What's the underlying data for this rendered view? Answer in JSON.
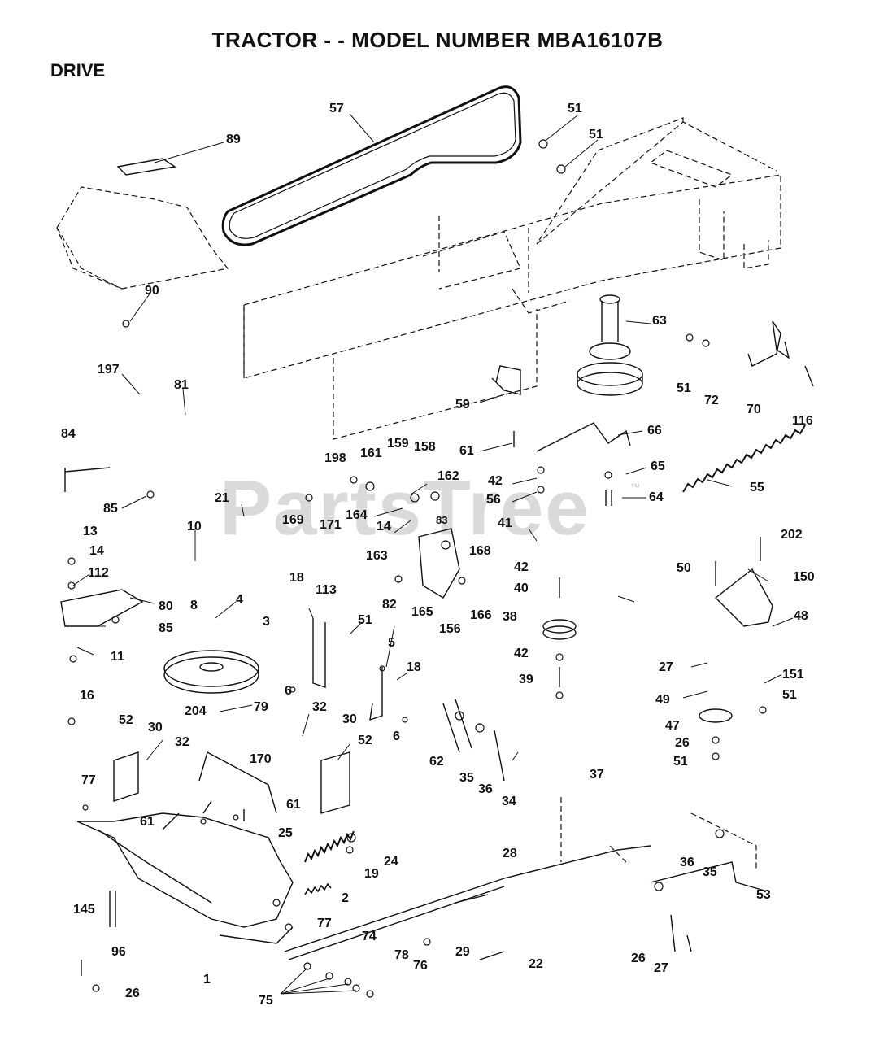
{
  "header": {
    "title": "TRACTOR - - MODEL NUMBER MBA16107B",
    "section": "DRIVE"
  },
  "watermark": {
    "text": "PartsTree",
    "trademark": "™"
  },
  "colors": {
    "ink": "#111111",
    "watermark": "#969696",
    "background": "#ffffff"
  },
  "parts": [
    {
      "id": "p57",
      "n": "57"
    },
    {
      "id": "p51a",
      "n": "51"
    },
    {
      "id": "p51b",
      "n": "51"
    },
    {
      "id": "p89",
      "n": "89"
    },
    {
      "id": "p90",
      "n": "90"
    },
    {
      "id": "p63",
      "n": "63"
    },
    {
      "id": "p51c",
      "n": "51"
    },
    {
      "id": "p72",
      "n": "72"
    },
    {
      "id": "p70",
      "n": "70"
    },
    {
      "id": "p116",
      "n": "116"
    },
    {
      "id": "p197",
      "n": "197"
    },
    {
      "id": "p81",
      "n": "81"
    },
    {
      "id": "p59",
      "n": "59"
    },
    {
      "id": "p66",
      "n": "66"
    },
    {
      "id": "p61a",
      "n": "61"
    },
    {
      "id": "p84",
      "n": "84"
    },
    {
      "id": "p198",
      "n": "198"
    },
    {
      "id": "p161",
      "n": "161"
    },
    {
      "id": "p159",
      "n": "159"
    },
    {
      "id": "p158",
      "n": "158"
    },
    {
      "id": "p42a",
      "n": "42"
    },
    {
      "id": "p65",
      "n": "65"
    },
    {
      "id": "p162",
      "n": "162"
    },
    {
      "id": "p56",
      "n": "56"
    },
    {
      "id": "p64",
      "n": "64"
    },
    {
      "id": "p55",
      "n": "55"
    },
    {
      "id": "p85a",
      "n": "85"
    },
    {
      "id": "p21",
      "n": "21"
    },
    {
      "id": "p169",
      "n": "169"
    },
    {
      "id": "p171",
      "n": "171"
    },
    {
      "id": "p164",
      "n": "164"
    },
    {
      "id": "p14a",
      "n": "14"
    },
    {
      "id": "p83",
      "n": "83"
    },
    {
      "id": "p10",
      "n": "10"
    },
    {
      "id": "p41",
      "n": "41"
    },
    {
      "id": "p202",
      "n": "202"
    },
    {
      "id": "p13",
      "n": "13"
    },
    {
      "id": "p163",
      "n": "163"
    },
    {
      "id": "p168",
      "n": "168"
    },
    {
      "id": "p14b",
      "n": "14"
    },
    {
      "id": "p42b",
      "n": "42"
    },
    {
      "id": "p50",
      "n": "50"
    },
    {
      "id": "p150",
      "n": "150"
    },
    {
      "id": "p112",
      "n": "112"
    },
    {
      "id": "p18a",
      "n": "18"
    },
    {
      "id": "p113",
      "n": "113"
    },
    {
      "id": "p40",
      "n": "40"
    },
    {
      "id": "p82",
      "n": "82"
    },
    {
      "id": "p80",
      "n": "80"
    },
    {
      "id": "p8",
      "n": "8"
    },
    {
      "id": "p4",
      "n": "4"
    },
    {
      "id": "p165",
      "n": "165"
    },
    {
      "id": "p166",
      "n": "166"
    },
    {
      "id": "p38",
      "n": "38"
    },
    {
      "id": "p48",
      "n": "48"
    },
    {
      "id": "p85b",
      "n": "85"
    },
    {
      "id": "p3",
      "n": "3"
    },
    {
      "id": "p51d",
      "n": "51"
    },
    {
      "id": "p156",
      "n": "156"
    },
    {
      "id": "p11",
      "n": "11"
    },
    {
      "id": "p5",
      "n": "5"
    },
    {
      "id": "p42c",
      "n": "42"
    },
    {
      "id": "p18b",
      "n": "18"
    },
    {
      "id": "p27a",
      "n": "27"
    },
    {
      "id": "p151",
      "n": "151"
    },
    {
      "id": "p39",
      "n": "39"
    },
    {
      "id": "p6a",
      "n": "6"
    },
    {
      "id": "p16",
      "n": "16"
    },
    {
      "id": "p49",
      "n": "49"
    },
    {
      "id": "p51e",
      "n": "51"
    },
    {
      "id": "p79",
      "n": "79"
    },
    {
      "id": "p32a",
      "n": "32"
    },
    {
      "id": "p47",
      "n": "47"
    },
    {
      "id": "p204",
      "n": "204"
    },
    {
      "id": "p52a",
      "n": "52"
    },
    {
      "id": "p30a",
      "n": "30"
    },
    {
      "id": "p6b",
      "n": "6"
    },
    {
      "id": "p30b",
      "n": "30"
    },
    {
      "id": "p26a",
      "n": "26"
    },
    {
      "id": "p32b",
      "n": "32"
    },
    {
      "id": "p52b",
      "n": "52"
    },
    {
      "id": "p51f",
      "n": "51"
    },
    {
      "id": "p170",
      "n": "170"
    },
    {
      "id": "p62",
      "n": "62"
    },
    {
      "id": "p35a",
      "n": "35"
    },
    {
      "id": "p36a",
      "n": "36"
    },
    {
      "id": "p37",
      "n": "37"
    },
    {
      "id": "p77a",
      "n": "77"
    },
    {
      "id": "p34",
      "n": "34"
    },
    {
      "id": "p61b",
      "n": "61"
    },
    {
      "id": "p61c",
      "n": "61"
    },
    {
      "id": "p25",
      "n": "25"
    },
    {
      "id": "p24",
      "n": "24"
    },
    {
      "id": "p28",
      "n": "28"
    },
    {
      "id": "p36b",
      "n": "36"
    },
    {
      "id": "p35b",
      "n": "35"
    },
    {
      "id": "p19",
      "n": "19"
    },
    {
      "id": "p2",
      "n": "2"
    },
    {
      "id": "p53",
      "n": "53"
    },
    {
      "id": "p145",
      "n": "145"
    },
    {
      "id": "p77b",
      "n": "77"
    },
    {
      "id": "p74",
      "n": "74"
    },
    {
      "id": "p29",
      "n": "29"
    },
    {
      "id": "p96",
      "n": "96"
    },
    {
      "id": "p26b",
      "n": "26"
    },
    {
      "id": "p78",
      "n": "78"
    },
    {
      "id": "p76",
      "n": "76"
    },
    {
      "id": "p22",
      "n": "22"
    },
    {
      "id": "p27b",
      "n": "27"
    },
    {
      "id": "p1",
      "n": "1"
    },
    {
      "id": "p26c",
      "n": "26"
    },
    {
      "id": "p75",
      "n": "75"
    }
  ]
}
